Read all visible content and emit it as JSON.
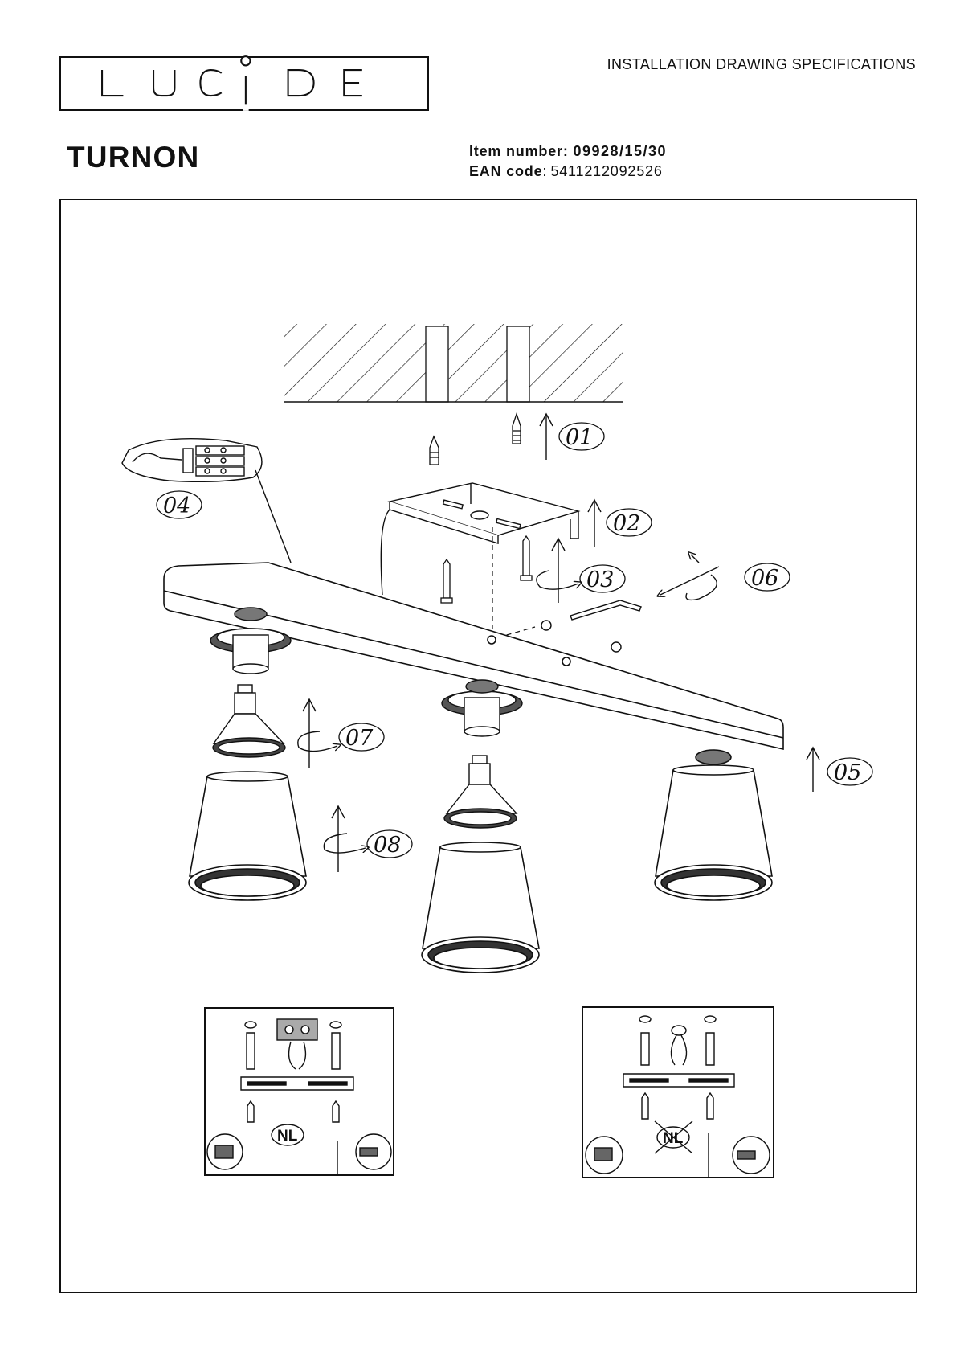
{
  "brand": {
    "logo_text": "LUCIDE"
  },
  "header": {
    "spec_title": "INSTALLATION DRAWING SPECIFICATIONS",
    "product_name": "TURNON",
    "item_number_label": "Item number",
    "item_number": "09928/15/30",
    "ean_label": "EAN code",
    "ean": "5411212092526"
  },
  "steps": [
    "01",
    "02",
    "03",
    "04",
    "05",
    "06",
    "07",
    "08"
  ],
  "inset_left": {
    "badge": "NL"
  },
  "inset_right": {
    "badge": "NL"
  },
  "colors": {
    "line": "#111111",
    "background": "#ffffff"
  }
}
